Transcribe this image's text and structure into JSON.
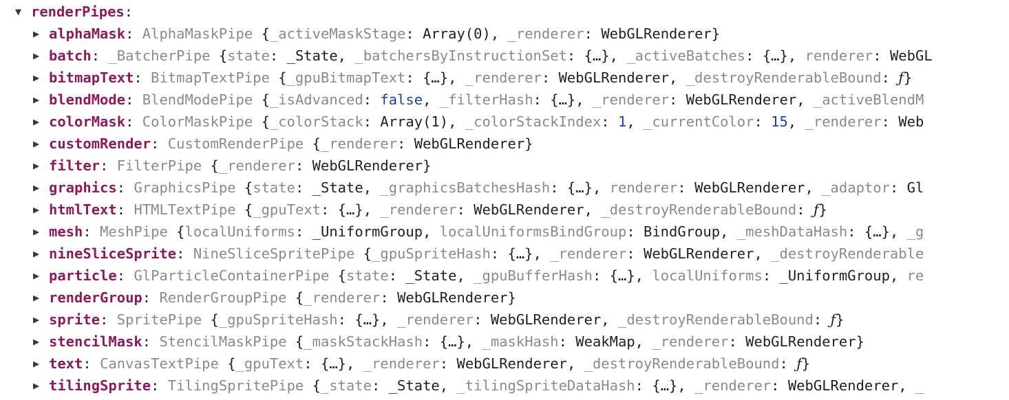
{
  "root": {
    "key": "renderPipes",
    "expanded": true
  },
  "pipes": [
    {
      "key": "alphaMask",
      "cls": "AlphaMaskPipe",
      "props": [
        {
          "k": "_activeMaskStage",
          "v": "Array(0)",
          "t": "obj"
        },
        {
          "k": "_renderer",
          "v": "WebGLRenderer",
          "t": "obj"
        }
      ],
      "closed": true
    },
    {
      "key": "batch",
      "cls": "_BatcherPipe",
      "props": [
        {
          "k": "state",
          "v": "_State",
          "t": "obj"
        },
        {
          "k": "_batchersByInstructionSet",
          "v": "{…}",
          "t": "obj"
        },
        {
          "k": "_activeBatches",
          "v": "{…}",
          "t": "obj"
        },
        {
          "k": "renderer",
          "v": "WebGL",
          "t": "obj"
        }
      ],
      "closed": false
    },
    {
      "key": "bitmapText",
      "cls": "BitmapTextPipe",
      "props": [
        {
          "k": "_gpuBitmapText",
          "v": "{…}",
          "t": "obj"
        },
        {
          "k": "_renderer",
          "v": "WebGLRenderer",
          "t": "obj"
        },
        {
          "k": "_destroyRenderableBound",
          "v": "ƒ",
          "t": "func"
        }
      ],
      "closed": true
    },
    {
      "key": "blendMode",
      "cls": "BlendModePipe",
      "props": [
        {
          "k": "_isAdvanced",
          "v": "false",
          "t": "bool"
        },
        {
          "k": "_filterHash",
          "v": "{…}",
          "t": "obj"
        },
        {
          "k": "_renderer",
          "v": "WebGLRenderer",
          "t": "obj"
        },
        {
          "k": "_activeBlendM",
          "v": "",
          "t": "obj"
        }
      ],
      "closed": false
    },
    {
      "key": "colorMask",
      "cls": "ColorMaskPipe",
      "props": [
        {
          "k": "_colorStack",
          "v": "Array(1)",
          "t": "obj"
        },
        {
          "k": "_colorStackIndex",
          "v": "1",
          "t": "num"
        },
        {
          "k": "_currentColor",
          "v": "15",
          "t": "num"
        },
        {
          "k": "_renderer",
          "v": "Web",
          "t": "obj"
        }
      ],
      "closed": false
    },
    {
      "key": "customRender",
      "cls": "CustomRenderPipe",
      "props": [
        {
          "k": "_renderer",
          "v": "WebGLRenderer",
          "t": "obj"
        }
      ],
      "closed": true
    },
    {
      "key": "filter",
      "cls": "FilterPipe",
      "props": [
        {
          "k": "_renderer",
          "v": "WebGLRenderer",
          "t": "obj"
        }
      ],
      "closed": true
    },
    {
      "key": "graphics",
      "cls": "GraphicsPipe",
      "props": [
        {
          "k": "state",
          "v": "_State",
          "t": "obj"
        },
        {
          "k": "_graphicsBatchesHash",
          "v": "{…}",
          "t": "obj"
        },
        {
          "k": "renderer",
          "v": "WebGLRenderer",
          "t": "obj"
        },
        {
          "k": "_adaptor",
          "v": "Gl",
          "t": "obj"
        }
      ],
      "closed": false
    },
    {
      "key": "htmlText",
      "cls": "HTMLTextPipe",
      "props": [
        {
          "k": "_gpuText",
          "v": "{…}",
          "t": "obj"
        },
        {
          "k": "_renderer",
          "v": "WebGLRenderer",
          "t": "obj"
        },
        {
          "k": "_destroyRenderableBound",
          "v": "ƒ",
          "t": "func"
        }
      ],
      "closed": true
    },
    {
      "key": "mesh",
      "cls": "MeshPipe",
      "props": [
        {
          "k": "localUniforms",
          "v": "_UniformGroup",
          "t": "obj"
        },
        {
          "k": "localUniformsBindGroup",
          "v": "BindGroup",
          "t": "obj"
        },
        {
          "k": "_meshDataHash",
          "v": "{…}",
          "t": "obj"
        },
        {
          "k": "_g",
          "v": "",
          "t": "obj"
        }
      ],
      "closed": false
    },
    {
      "key": "nineSliceSprite",
      "cls": "NineSliceSpritePipe",
      "props": [
        {
          "k": "_gpuSpriteHash",
          "v": "{…}",
          "t": "obj"
        },
        {
          "k": "_renderer",
          "v": "WebGLRenderer",
          "t": "obj"
        },
        {
          "k": "_destroyRenderable",
          "v": "",
          "t": "obj"
        }
      ],
      "closed": false
    },
    {
      "key": "particle",
      "cls": "GlParticleContainerPipe",
      "props": [
        {
          "k": "state",
          "v": "_State",
          "t": "obj"
        },
        {
          "k": "_gpuBufferHash",
          "v": "{…}",
          "t": "obj"
        },
        {
          "k": "localUniforms",
          "v": "_UniformGroup",
          "t": "obj"
        },
        {
          "k": "re",
          "v": "",
          "t": "obj"
        }
      ],
      "closed": false
    },
    {
      "key": "renderGroup",
      "cls": "RenderGroupPipe",
      "props": [
        {
          "k": "_renderer",
          "v": "WebGLRenderer",
          "t": "obj"
        }
      ],
      "closed": true
    },
    {
      "key": "sprite",
      "cls": "SpritePipe",
      "props": [
        {
          "k": "_gpuSpriteHash",
          "v": "{…}",
          "t": "obj"
        },
        {
          "k": "_renderer",
          "v": "WebGLRenderer",
          "t": "obj"
        },
        {
          "k": "_destroyRenderableBound",
          "v": "ƒ",
          "t": "func"
        }
      ],
      "closed": true
    },
    {
      "key": "stencilMask",
      "cls": "StencilMaskPipe",
      "props": [
        {
          "k": "_maskStackHash",
          "v": "{…}",
          "t": "obj"
        },
        {
          "k": "_maskHash",
          "v": "WeakMap",
          "t": "obj"
        },
        {
          "k": "_renderer",
          "v": "WebGLRenderer",
          "t": "obj"
        }
      ],
      "closed": true
    },
    {
      "key": "text",
      "cls": "CanvasTextPipe",
      "props": [
        {
          "k": "_gpuText",
          "v": "{…}",
          "t": "obj"
        },
        {
          "k": "_renderer",
          "v": "WebGLRenderer",
          "t": "obj"
        },
        {
          "k": "_destroyRenderableBound",
          "v": "ƒ",
          "t": "func"
        }
      ],
      "closed": true
    },
    {
      "key": "tilingSprite",
      "cls": "TilingSpritePipe",
      "props": [
        {
          "k": "_state",
          "v": "_State",
          "t": "obj"
        },
        {
          "k": "_tilingSpriteDataHash",
          "v": "{…}",
          "t": "obj"
        },
        {
          "k": "_renderer",
          "v": "WebGLRenderer",
          "t": "obj"
        },
        {
          "k": "_",
          "v": "",
          "t": "obj"
        }
      ],
      "closed": false
    }
  ],
  "colors": {
    "key": "#8a1b5c",
    "class_name": "#8a8a8a",
    "number": "#1d3fa8",
    "triangle": "#303942"
  },
  "icons": {
    "expanded": "triangle-down-icon",
    "collapsed": "triangle-right-icon"
  }
}
